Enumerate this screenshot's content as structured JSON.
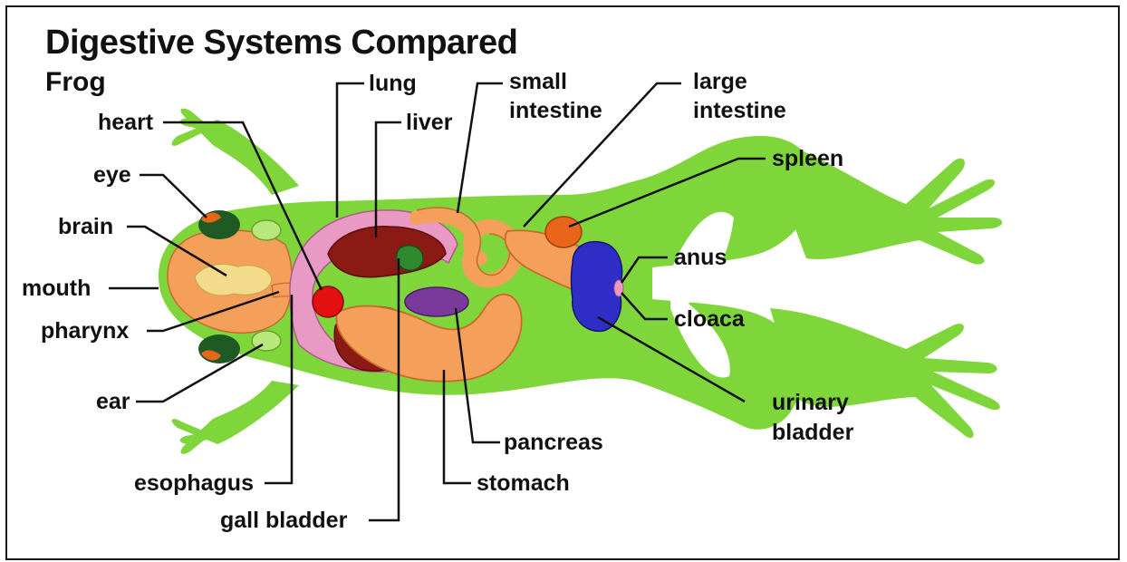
{
  "header": {
    "title": "Digestive Systems Compared",
    "subtitle": "Frog"
  },
  "labels": {
    "heart": "heart",
    "eye": "eye",
    "brain": "brain",
    "mouth": "mouth",
    "pharynx": "pharynx",
    "ear": "ear",
    "esophagus": "esophagus",
    "gall_bladder": "gall bladder",
    "lung": "lung",
    "liver": "liver",
    "small_intestine_1": "small",
    "small_intestine_2": "intestine",
    "large_intestine_1": "large",
    "large_intestine_2": "intestine",
    "spleen": "spleen",
    "anus": "anus",
    "cloaca": "cloaca",
    "urinary_bladder_1": "urinary",
    "urinary_bladder_2": "bladder",
    "pancreas": "pancreas",
    "stomach": "stomach"
  },
  "colors": {
    "body": "#7ed63a",
    "head_tissue": "#f5a05a",
    "brain": "#f2dc8c",
    "eye_dark": "#1f5a25",
    "eye_orange": "#e8651a",
    "lung": "#e89ac4",
    "liver": "#8b1a14",
    "heart": "#e21010",
    "intestine": "#f5a05a",
    "spleen": "#e8651a",
    "bladder": "#2f2fc8",
    "pancreas": "#7a3a9c"
  }
}
